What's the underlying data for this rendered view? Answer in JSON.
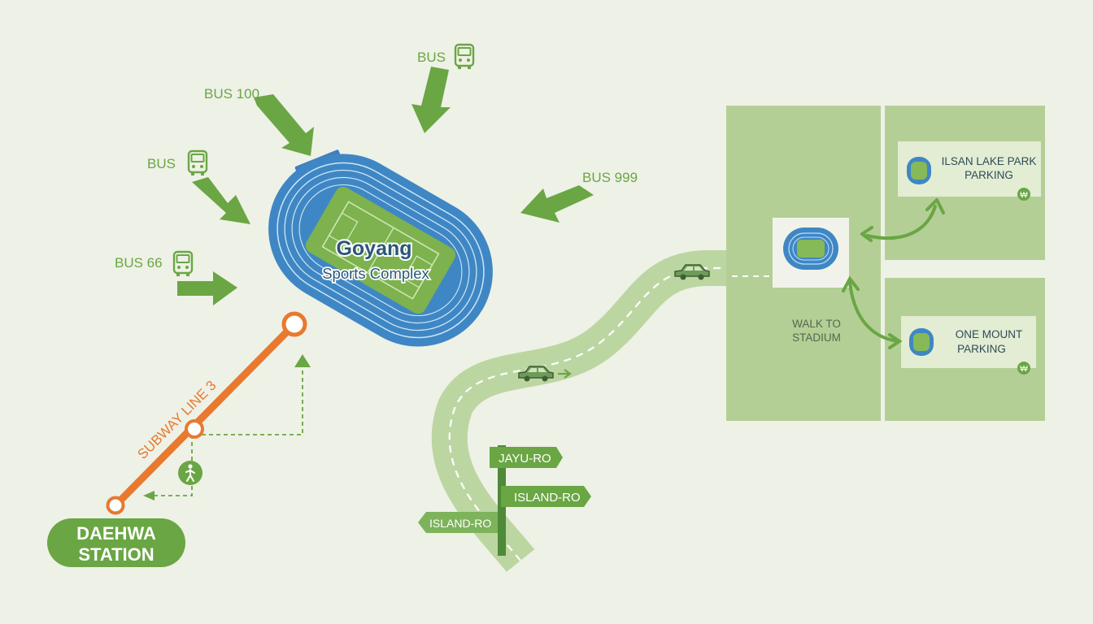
{
  "stadium": {
    "name_line1": "Goyang",
    "name_line2": "Sports Complex"
  },
  "bus_routes": [
    {
      "id": "bus-100",
      "label": "BUS 100",
      "has_icon": false
    },
    {
      "id": "bus-top",
      "label": "BUS",
      "has_icon": true,
      "icon": "bus-icon"
    },
    {
      "id": "bus-left",
      "label": "BUS",
      "has_icon": true,
      "icon": "bus-icon"
    },
    {
      "id": "bus-999",
      "label": "BUS 999",
      "has_icon": false
    },
    {
      "id": "bus-66",
      "label": "BUS 66",
      "has_icon": true,
      "icon": "bus-icon"
    }
  ],
  "subway": {
    "line_label": "SUBWAY LINE 3",
    "station_line1": "DAEHWA",
    "station_line2": "STATION",
    "walk_icon": "pedestrian-icon"
  },
  "roads": {
    "signs": [
      "JAYU-RO",
      "ISLAND-RO",
      "ISLAND-RO"
    ],
    "car_icon": "car-icon"
  },
  "parking": {
    "walk_label_line1": "WALK TO",
    "walk_label_line2": "STADIUM",
    "lots": [
      {
        "id": "ilsan",
        "line1": "ILSAN LAKE PARK",
        "line2": "PARKING",
        "badge": "₩"
      },
      {
        "id": "onemount",
        "line1": "ONE MOUNT",
        "line2": "PARKING",
        "badge": "₩"
      }
    ]
  },
  "colors": {
    "background": "#eef1e6",
    "bus_green": "#6aa644",
    "track_blue": "#3f87c4",
    "field_green": "#7db24e",
    "subway_orange": "#e8792f",
    "road_green": "#bcd6a2",
    "parking_block": "#b4cf95",
    "station_pill": "#6aa644"
  }
}
